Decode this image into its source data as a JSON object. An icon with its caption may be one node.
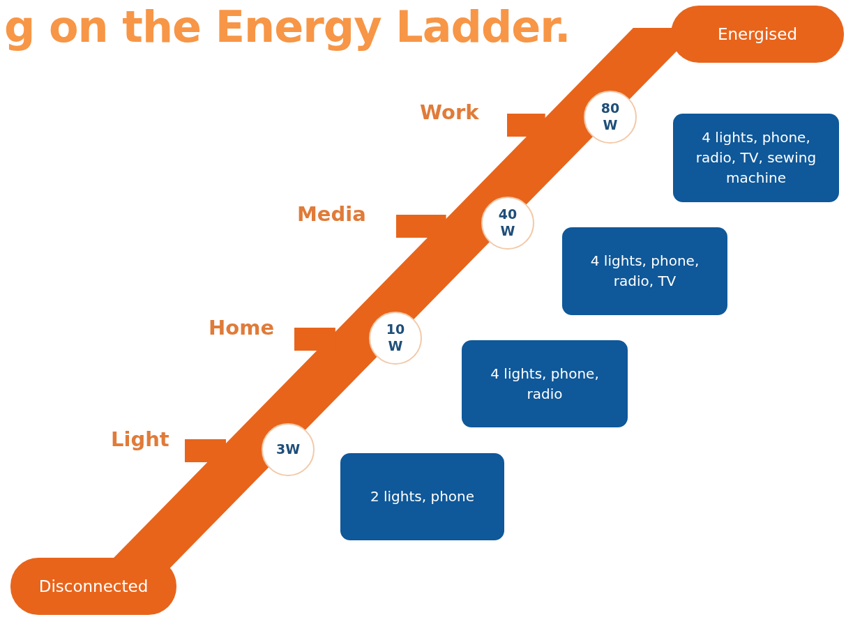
{
  "diagram": {
    "title": "g on the Energy Ladder.",
    "nodes": [
      {
        "text": [
          "Energised"
        ]
      },
      {
        "text": [
          "80 W"
        ]
      },
      {
        "text": [
          "4 lights, phone, radio, TV, sewing machine"
        ]
      },
      {
        "text": [
          "40 W"
        ]
      },
      {
        "text": [
          "4 lights, phone, radio, TV"
        ]
      },
      {
        "text": [
          "10 W"
        ]
      },
      {
        "text": [
          "4 lights, phone, radio"
        ]
      },
      {
        "text": [
          "3W"
        ]
      },
      {
        "text": [
          "2 lights, phone"
        ]
      },
      {
        "text": [
          "Disconnected"
        ]
      }
    ],
    "labels": [
      "Work",
      "Media",
      "Home",
      "Light"
    ]
  }
}
